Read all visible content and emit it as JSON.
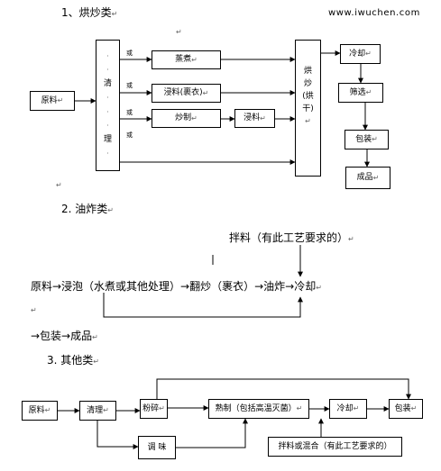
{
  "website": "www.iwuchen.com",
  "return_mark": "↵",
  "section1": {
    "title": "1、烘炒类",
    "raw": "原料",
    "clean_chars": [
      "清",
      "理"
    ],
    "or_label": "或",
    "steam": "蒸煮",
    "soak": "浸料(裹衣)",
    "fry": "炒制",
    "soak2": "浸料",
    "bake": [
      "烘",
      "炒",
      "(烘",
      "干)"
    ],
    "cool": "冷却",
    "sieve": "筛选",
    "pack": "包装",
    "product": "成品"
  },
  "section2": {
    "title": "2.  油炸类",
    "mix": "拌料（有此工艺要求的）",
    "flow": "原料→浸泡（水煮或其他处理）→翻炒（裹衣）→油炸→冷却",
    "flow2": "→包装→成品"
  },
  "section3": {
    "title": "3.  其他类",
    "raw": "原料",
    "clean": "清理",
    "crush": "粉碎",
    "season": "调   味",
    "heat": "熟制（包括高温灭菌）",
    "cool": "冷却",
    "pack": "包装",
    "mix": "拌料或混合（有此工艺要求的）"
  }
}
